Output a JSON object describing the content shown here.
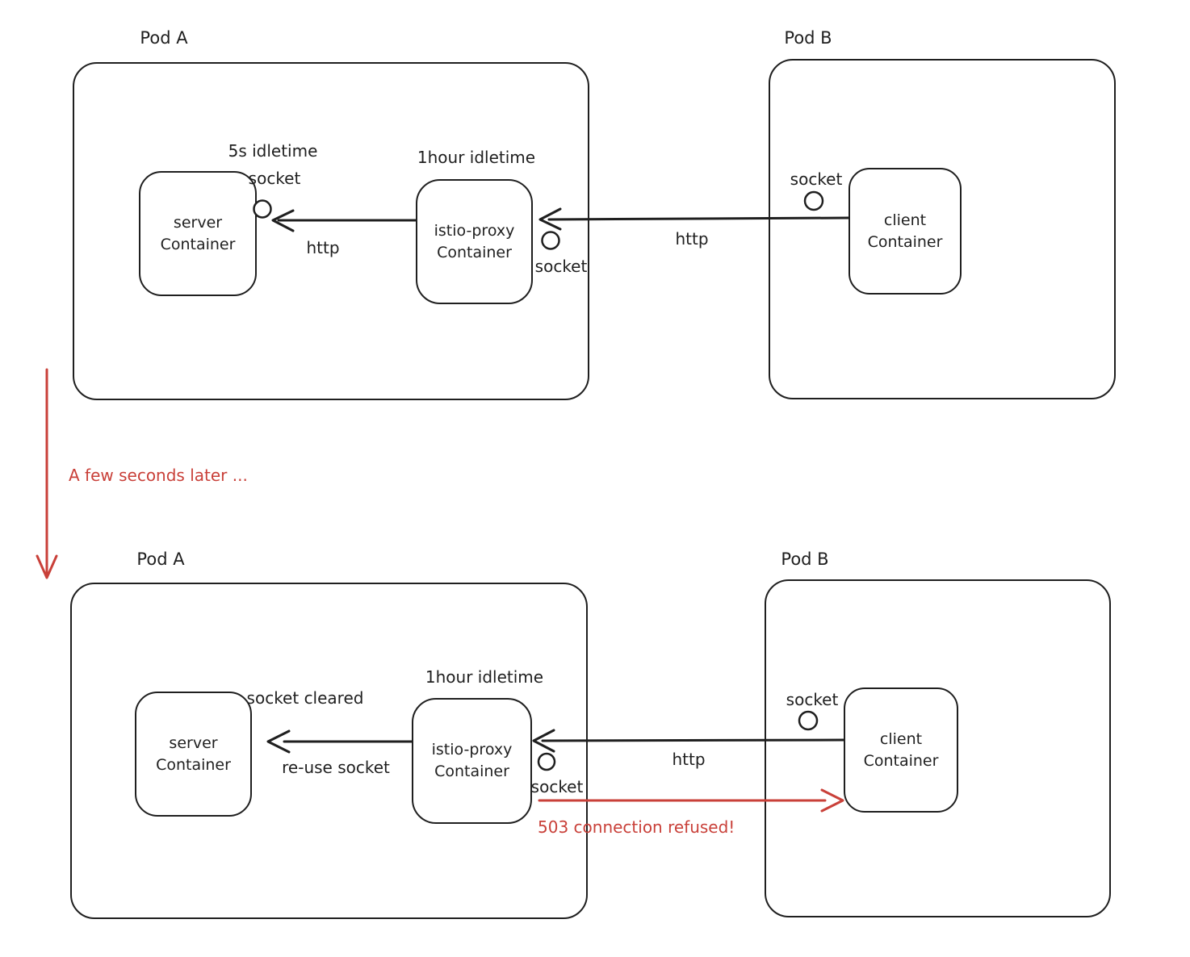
{
  "colors": {
    "ink": "#1f1f1f",
    "red": "#c94039",
    "background": "#ffffff"
  },
  "transition": {
    "label": "A few seconds later ..."
  },
  "scene_before": {
    "pod_a_title": "Pod A",
    "pod_b_title": "Pod B",
    "server_line1": "server",
    "server_line2": "Container",
    "istio_line1": "istio-proxy",
    "istio_line2": "Container",
    "client_line1": "client",
    "client_line2": "Container",
    "server_idle_label": "5s idletime",
    "server_socket_label": "socket",
    "istio_idle_label": "1hour idletime",
    "istio_socket_label": "socket",
    "client_socket_label": "socket",
    "http_inner_label": "http",
    "http_outer_label": "http"
  },
  "scene_after": {
    "pod_a_title": "Pod A",
    "pod_b_title": "Pod B",
    "server_line1": "server",
    "server_line2": "Container",
    "istio_line1": "istio-proxy",
    "istio_line2": "Container",
    "client_line1": "client",
    "client_line2": "Container",
    "socket_cleared_label": "socket cleared",
    "istio_idle_label": "1hour idletime",
    "reuse_socket_label": "re-use socket",
    "istio_socket_label": "socket",
    "client_socket_label": "socket",
    "http_outer_label": "http",
    "error_label": "503 connection refused!"
  }
}
